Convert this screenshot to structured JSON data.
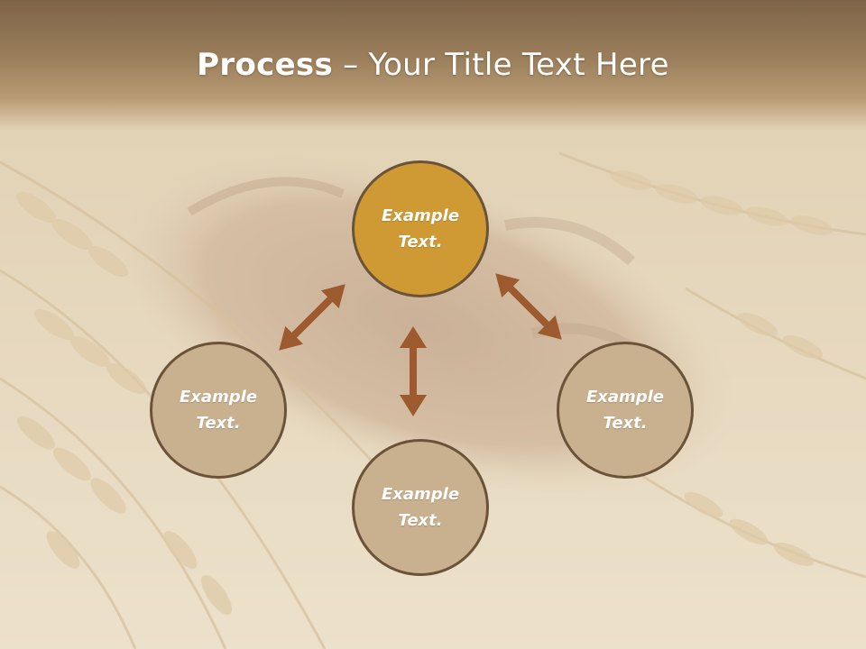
{
  "title": {
    "bold": "Process",
    "rest": " – Your Title Text Here"
  },
  "nodes": [
    {
      "id": "top",
      "text": "Example\nText."
    },
    {
      "id": "left",
      "text": "Example\nText."
    },
    {
      "id": "bottom",
      "text": "Example\nText."
    },
    {
      "id": "right",
      "text": "Example\nText."
    }
  ],
  "colors": {
    "accent_node": "#cf9a34",
    "secondary_node": "#c9b08e",
    "node_border": "#6a5338",
    "arrow": "#9c5a2e",
    "title_band": "#9b7f5c"
  },
  "icons": [
    "double-arrow-icon"
  ]
}
